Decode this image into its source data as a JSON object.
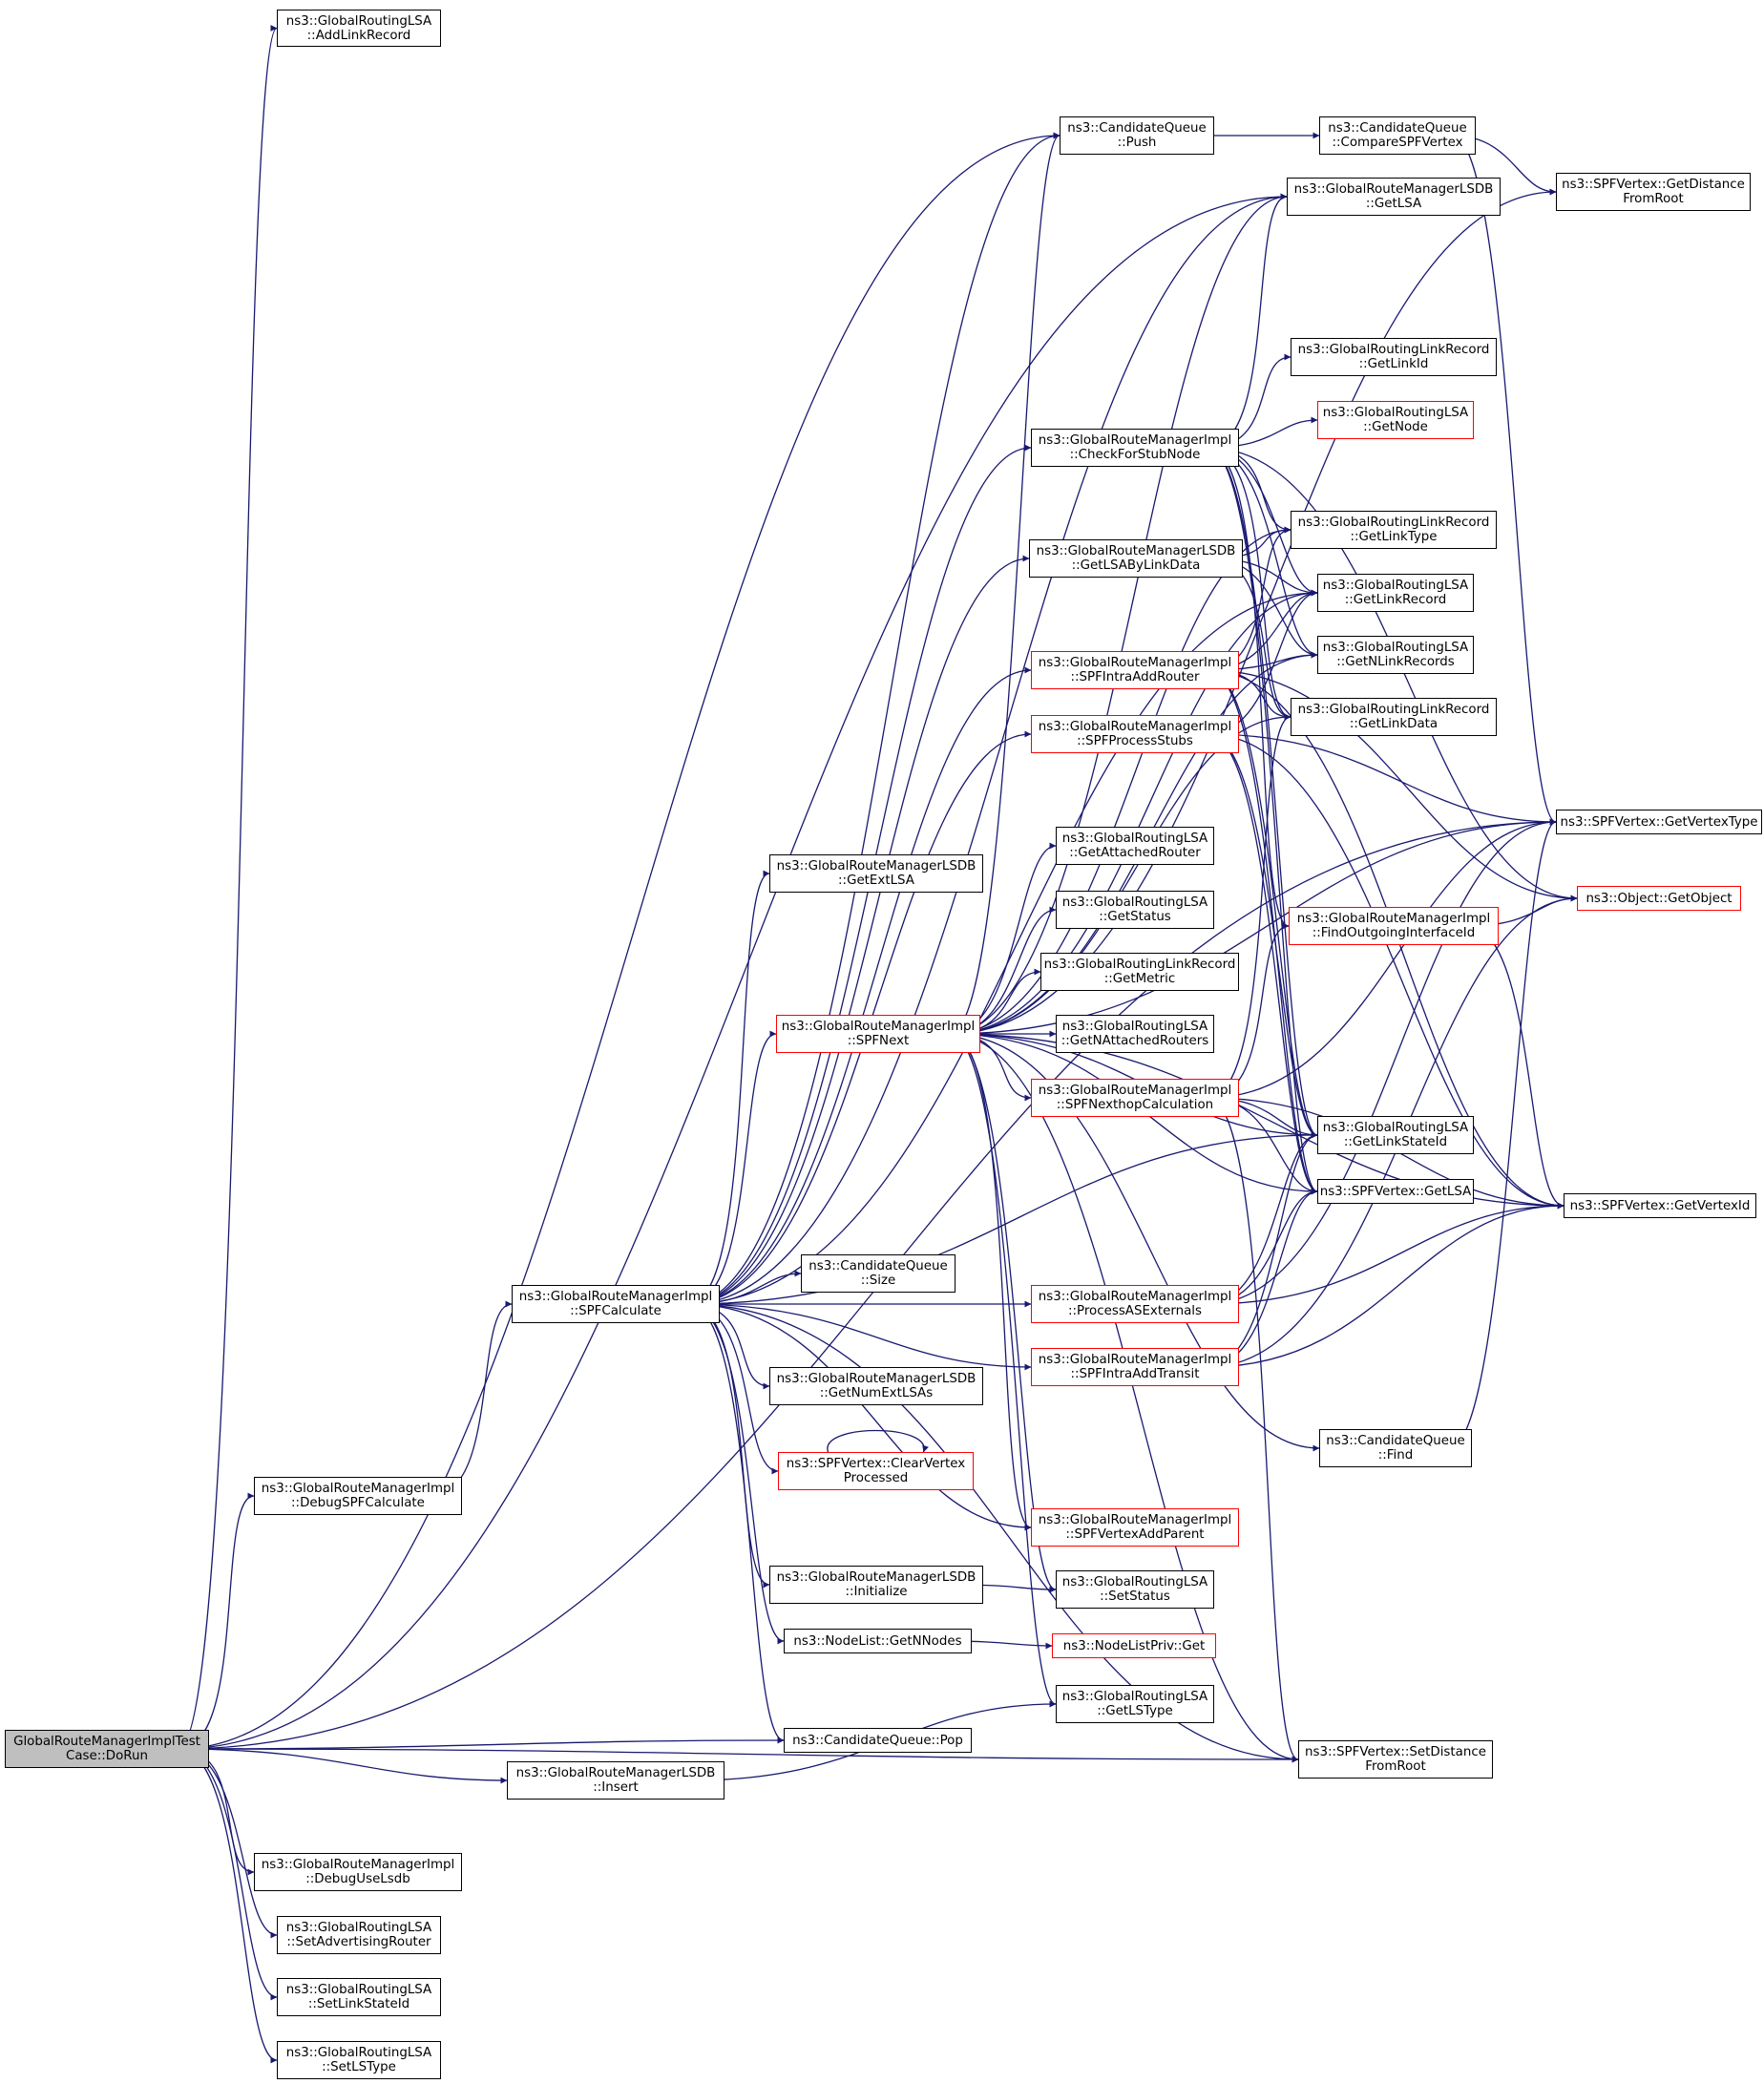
{
  "colors": {
    "edge": "#191970",
    "border_default": "#000000",
    "border_red": "#ff0000",
    "root_fill": "#bfbfbf"
  },
  "nodes": [
    {
      "id": "dorun",
      "l1": "GlobalRouteManagerImplTest",
      "l2": "Case::DoRun",
      "style": "root"
    },
    {
      "id": "addlinkrecord",
      "l1": "ns3::GlobalRoutingLSA",
      "l2": "::AddLinkRecord",
      "style": "black"
    },
    {
      "id": "debugspfcalc",
      "l1": "ns3::GlobalRouteManagerImpl",
      "l2": "::DebugSPFCalculate",
      "style": "black"
    },
    {
      "id": "debuguselsdb",
      "l1": "ns3::GlobalRouteManagerImpl",
      "l2": "::DebugUseLsdb",
      "style": "black"
    },
    {
      "id": "setadvrouter",
      "l1": "ns3::GlobalRoutingLSA",
      "l2": "::SetAdvertisingRouter",
      "style": "black"
    },
    {
      "id": "setlinkstateid",
      "l1": "ns3::GlobalRoutingLSA",
      "l2": "::SetLinkStateId",
      "style": "black"
    },
    {
      "id": "setlstype",
      "l1": "ns3::GlobalRoutingLSA",
      "l2": "::SetLSType",
      "style": "black"
    },
    {
      "id": "spfcalculate",
      "l1": "ns3::GlobalRouteManagerImpl",
      "l2": "::SPFCalculate",
      "style": "black"
    },
    {
      "id": "lsdbinsert",
      "l1": "ns3::GlobalRouteManagerLSDB",
      "l2": "::Insert",
      "style": "black"
    },
    {
      "id": "getextlsa",
      "l1": "ns3::GlobalRouteManagerLSDB",
      "l2": "::GetExtLSA",
      "style": "black"
    },
    {
      "id": "spfnext",
      "l1": "ns3::GlobalRouteManagerImpl",
      "l2": "::SPFNext",
      "style": "red"
    },
    {
      "id": "cqsize",
      "l1": "ns3::CandidateQueue",
      "l2": "::Size",
      "style": "black"
    },
    {
      "id": "getnumextlsas",
      "l1": "ns3::GlobalRouteManagerLSDB",
      "l2": "::GetNumExtLSAs",
      "style": "black"
    },
    {
      "id": "clearvertex",
      "l1": "ns3::SPFVertex::ClearVertex",
      "l2": "Processed",
      "style": "red"
    },
    {
      "id": "lsdbinit",
      "l1": "ns3::GlobalRouteManagerLSDB",
      "l2": "::Initialize",
      "style": "black"
    },
    {
      "id": "getnnodes",
      "l1": "ns3::NodeList::GetNNodes",
      "l2": "",
      "style": "black"
    },
    {
      "id": "cqpop",
      "l1": "ns3::CandidateQueue::Pop",
      "l2": "",
      "style": "black"
    },
    {
      "id": "cqpush",
      "l1": "ns3::CandidateQueue",
      "l2": "::Push",
      "style": "black"
    },
    {
      "id": "checkforstub",
      "l1": "ns3::GlobalRouteManagerImpl",
      "l2": "::CheckForStubNode",
      "style": "black"
    },
    {
      "id": "getlsabylink",
      "l1": "ns3::GlobalRouteManagerLSDB",
      "l2": "::GetLSAByLinkData",
      "style": "black"
    },
    {
      "id": "intraaddrouter",
      "l1": "ns3::GlobalRouteManagerImpl",
      "l2": "::SPFIntraAddRouter",
      "style": "red"
    },
    {
      "id": "processstubs",
      "l1": "ns3::GlobalRouteManagerImpl",
      "l2": "::SPFProcessStubs",
      "style": "red"
    },
    {
      "id": "getattrouter",
      "l1": "ns3::GlobalRoutingLSA",
      "l2": "::GetAttachedRouter",
      "style": "black"
    },
    {
      "id": "getstatus",
      "l1": "ns3::GlobalRoutingLSA",
      "l2": "::GetStatus",
      "style": "black"
    },
    {
      "id": "getmetric",
      "l1": "ns3::GlobalRoutingLinkRecord",
      "l2": "::GetMetric",
      "style": "black"
    },
    {
      "id": "getnattrouters",
      "l1": "ns3::GlobalRoutingLSA",
      "l2": "::GetNAttachedRouters",
      "style": "black"
    },
    {
      "id": "nexthopcalc",
      "l1": "ns3::GlobalRouteManagerImpl",
      "l2": "::SPFNexthopCalculation",
      "style": "red"
    },
    {
      "id": "processasext",
      "l1": "ns3::GlobalRouteManagerImpl",
      "l2": "::ProcessASExternals",
      "style": "red"
    },
    {
      "id": "intraaddtransit",
      "l1": "ns3::GlobalRouteManagerImpl",
      "l2": "::SPFIntraAddTransit",
      "style": "red"
    },
    {
      "id": "vertexaddparent",
      "l1": "ns3::GlobalRouteManagerImpl",
      "l2": "::SPFVertexAddParent",
      "style": "red"
    },
    {
      "id": "setstatus",
      "l1": "ns3::GlobalRoutingLSA",
      "l2": "::SetStatus",
      "style": "black"
    },
    {
      "id": "nodelistprivget",
      "l1": "ns3::NodeListPriv::Get",
      "l2": "",
      "style": "red"
    },
    {
      "id": "getlstype",
      "l1": "ns3::GlobalRoutingLSA",
      "l2": "::GetLSType",
      "style": "black"
    },
    {
      "id": "comparespf",
      "l1": "ns3::CandidateQueue",
      "l2": "::CompareSPFVertex",
      "style": "black"
    },
    {
      "id": "lsdbgetlsa",
      "l1": "ns3::GlobalRouteManagerLSDB",
      "l2": "::GetLSA",
      "style": "black"
    },
    {
      "id": "getlinkid",
      "l1": "ns3::GlobalRoutingLinkRecord",
      "l2": "::GetLinkId",
      "style": "black"
    },
    {
      "id": "lsagetnode",
      "l1": "ns3::GlobalRoutingLSA",
      "l2": "::GetNode",
      "style": "red"
    },
    {
      "id": "getlinktype",
      "l1": "ns3::GlobalRoutingLinkRecord",
      "l2": "::GetLinkType",
      "style": "black"
    },
    {
      "id": "getlinkrecord",
      "l1": "ns3::GlobalRoutingLSA",
      "l2": "::GetLinkRecord",
      "style": "black"
    },
    {
      "id": "getnlinkrecords",
      "l1": "ns3::GlobalRoutingLSA",
      "l2": "::GetNLinkRecords",
      "style": "black"
    },
    {
      "id": "getlinkdata",
      "l1": "ns3::GlobalRoutingLinkRecord",
      "l2": "::GetLinkData",
      "style": "black"
    },
    {
      "id": "findoutif",
      "l1": "ns3::GlobalRouteManagerImpl",
      "l2": "::FindOutgoingInterfaceId",
      "style": "red"
    },
    {
      "id": "getlinkstateid",
      "l1": "ns3::GlobalRoutingLSA",
      "l2": "::GetLinkStateId",
      "style": "black"
    },
    {
      "id": "vertexgetlsa",
      "l1": "ns3::SPFVertex::GetLSA",
      "l2": "",
      "style": "black"
    },
    {
      "id": "cqfind",
      "l1": "ns3::CandidateQueue",
      "l2": "::Find",
      "style": "black"
    },
    {
      "id": "setdistance",
      "l1": "ns3::SPFVertex::SetDistance",
      "l2": "FromRoot",
      "style": "black"
    },
    {
      "id": "getdistance",
      "l1": "ns3::SPFVertex::GetDistance",
      "l2": "FromRoot",
      "style": "black"
    },
    {
      "id": "getvertextype",
      "l1": "ns3::SPFVertex::GetVertexType",
      "l2": "",
      "style": "black"
    },
    {
      "id": "objgetobject",
      "l1": "ns3::Object::GetObject",
      "l2": "",
      "style": "red"
    },
    {
      "id": "getvertexid",
      "l1": "ns3::SPFVertex::GetVertexId",
      "l2": "",
      "style": "black"
    }
  ],
  "edges": [
    [
      "dorun",
      "addlinkrecord"
    ],
    [
      "dorun",
      "lsdbgetlsa"
    ],
    [
      "dorun",
      "getvertextype"
    ],
    [
      "dorun",
      "debugspfcalc"
    ],
    [
      "dorun",
      "cqpush"
    ],
    [
      "dorun",
      "cqpop"
    ],
    [
      "dorun",
      "lsdbinsert"
    ],
    [
      "dorun",
      "setdistance"
    ],
    [
      "dorun",
      "debuguselsdb"
    ],
    [
      "dorun",
      "setadvrouter"
    ],
    [
      "dorun",
      "setlinkstateid"
    ],
    [
      "dorun",
      "setlstype"
    ],
    [
      "debugspfcalc",
      "spfcalculate"
    ],
    [
      "lsdbinsert",
      "getlstype"
    ],
    [
      "spfcalculate",
      "cqpush"
    ],
    [
      "spfcalculate",
      "lsdbgetlsa"
    ],
    [
      "spfcalculate",
      "checkforstub"
    ],
    [
      "spfcalculate",
      "getlsabylink"
    ],
    [
      "spfcalculate",
      "intraaddrouter"
    ],
    [
      "spfcalculate",
      "processstubs"
    ],
    [
      "spfcalculate",
      "getextlsa"
    ],
    [
      "spfcalculate",
      "spfnext"
    ],
    [
      "spfcalculate",
      "getlinkstateid"
    ],
    [
      "spfcalculate",
      "processasext"
    ],
    [
      "spfcalculate",
      "cqsize"
    ],
    [
      "spfcalculate",
      "intraaddtransit"
    ],
    [
      "spfcalculate",
      "getnumextlsas"
    ],
    [
      "spfcalculate",
      "clearvertex"
    ],
    [
      "spfcalculate",
      "vertexaddparent"
    ],
    [
      "spfcalculate",
      "lsdbinit"
    ],
    [
      "spfcalculate",
      "getnnodes"
    ],
    [
      "spfcalculate",
      "cqpop"
    ],
    [
      "spfcalculate",
      "setdistance"
    ],
    [
      "spfcalculate",
      "getlinkrecord"
    ],
    [
      "spfnext",
      "cqpush"
    ],
    [
      "spfnext",
      "lsdbgetlsa"
    ],
    [
      "spfnext",
      "getdistance"
    ],
    [
      "spfnext",
      "getvertextype"
    ],
    [
      "spfnext",
      "getattrouter"
    ],
    [
      "spfnext",
      "getstatus"
    ],
    [
      "spfnext",
      "getmetric"
    ],
    [
      "spfnext",
      "getnattrouters"
    ],
    [
      "spfnext",
      "nexthopcalc"
    ],
    [
      "spfnext",
      "getlinkstateid"
    ],
    [
      "spfnext",
      "vertexgetlsa"
    ],
    [
      "spfnext",
      "cqfind"
    ],
    [
      "spfnext",
      "getvertexid"
    ],
    [
      "spfnext",
      "vertexaddparent"
    ],
    [
      "spfnext",
      "setstatus"
    ],
    [
      "spfnext",
      "getlstype"
    ],
    [
      "spfnext",
      "setdistance"
    ],
    [
      "spfnext",
      "getlinkrecord"
    ],
    [
      "spfnext",
      "getnlinkrecords"
    ],
    [
      "spfnext",
      "getlinktype"
    ],
    [
      "spfnext",
      "getlinkdata"
    ],
    [
      "lsdbinit",
      "setstatus"
    ],
    [
      "getnnodes",
      "nodelistprivget"
    ],
    [
      "clearvertex",
      "clearvertex"
    ],
    [
      "cqpush",
      "comparespf"
    ],
    [
      "comparespf",
      "getdistance"
    ],
    [
      "comparespf",
      "getvertextype"
    ],
    [
      "checkforstub",
      "lsdbgetlsa"
    ],
    [
      "checkforstub",
      "getlinkid"
    ],
    [
      "checkforstub",
      "lsagetnode"
    ],
    [
      "checkforstub",
      "getlinktype"
    ],
    [
      "checkforstub",
      "getlinkrecord"
    ],
    [
      "checkforstub",
      "getnlinkrecords"
    ],
    [
      "checkforstub",
      "getlinkdata"
    ],
    [
      "checkforstub",
      "objgetobject"
    ],
    [
      "checkforstub",
      "findoutif"
    ],
    [
      "checkforstub",
      "getlinkstateid"
    ],
    [
      "checkforstub",
      "vertexgetlsa"
    ],
    [
      "getlsabylink",
      "getlinktype"
    ],
    [
      "getlsabylink",
      "getlinkrecord"
    ],
    [
      "getlsabylink",
      "getnlinkrecords"
    ],
    [
      "getlsabylink",
      "getlinkdata"
    ],
    [
      "intraaddrouter",
      "getlinkrecord"
    ],
    [
      "intraaddrouter",
      "getnlinkrecords"
    ],
    [
      "intraaddrouter",
      "getlinktype"
    ],
    [
      "intraaddrouter",
      "getlinkdata"
    ],
    [
      "intraaddrouter",
      "objgetobject"
    ],
    [
      "intraaddrouter",
      "getlinkstateid"
    ],
    [
      "intraaddrouter",
      "vertexgetlsa"
    ],
    [
      "intraaddrouter",
      "getvertexid"
    ],
    [
      "processstubs",
      "getlinkrecord"
    ],
    [
      "processstubs",
      "getvertextype"
    ],
    [
      "processstubs",
      "getlinkstateid"
    ],
    [
      "processstubs",
      "vertexgetlsa"
    ],
    [
      "processstubs",
      "getvertexid"
    ],
    [
      "findoutif",
      "objgetobject"
    ],
    [
      "findoutif",
      "getvertexid"
    ],
    [
      "nexthopcalc",
      "getvertextype"
    ],
    [
      "nexthopcalc",
      "findoutif"
    ],
    [
      "nexthopcalc",
      "getlinkdata"
    ],
    [
      "nexthopcalc",
      "getlinkstateid"
    ],
    [
      "nexthopcalc",
      "vertexgetlsa"
    ],
    [
      "nexthopcalc",
      "getvertexid"
    ],
    [
      "nexthopcalc",
      "setdistance"
    ],
    [
      "processasext",
      "getlinkstateid"
    ],
    [
      "processasext",
      "vertexgetlsa"
    ],
    [
      "processasext",
      "getvertexid"
    ],
    [
      "processasext",
      "getvertextype"
    ],
    [
      "intraaddtransit",
      "getlinkstateid"
    ],
    [
      "intraaddtransit",
      "vertexgetlsa"
    ],
    [
      "intraaddtransit",
      "getvertexid"
    ],
    [
      "intraaddtransit",
      "objgetobject"
    ],
    [
      "cqfind",
      "getvertextype"
    ]
  ]
}
